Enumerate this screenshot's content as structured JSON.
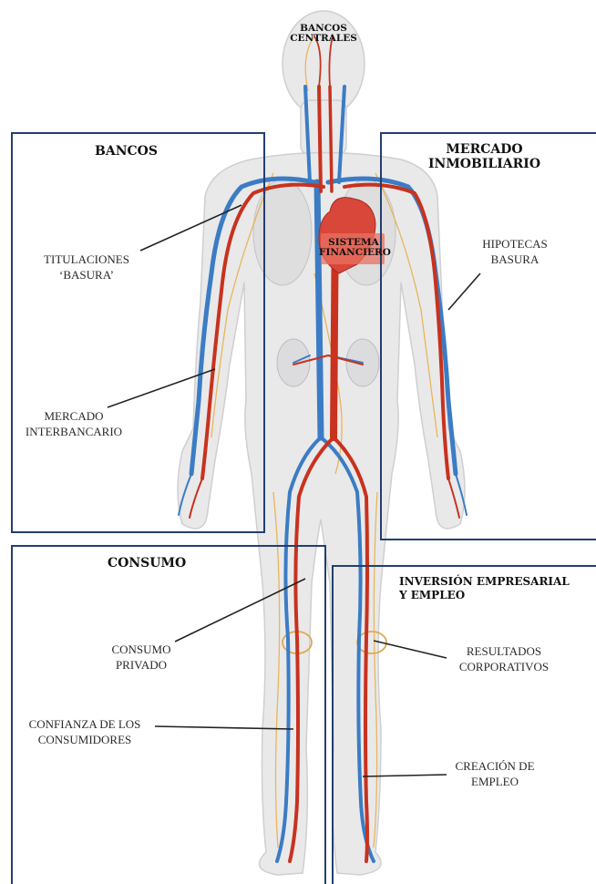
{
  "labels": {
    "central_banks_l1": "BANCOS",
    "central_banks_l2": "CENTRALES",
    "banks_title": "BANCOS",
    "real_estate_l1": "MERCADO",
    "real_estate_l2": "INMOBILIARIO",
    "financial_system_l1": "SISTEMA",
    "financial_system_l2": "FINANCIERO",
    "toxic_securities_l1": "TITULACIONES",
    "toxic_securities_l2": "‘BASURA’",
    "subprime_l1": "HIPOTECAS",
    "subprime_l2": "BASURA",
    "interbank_l1": "MERCADO",
    "interbank_l2": "INTERBANCARIO",
    "consumption_title": "CONSUMO",
    "investment_l1": "INVERSIÓN EMPRESARIAL",
    "investment_l2": "Y EMPLEO",
    "private_consumption_l1": "CONSUMO",
    "private_consumption_l2": "PRIVADO",
    "corporate_results_l1": "RESULTADOS",
    "corporate_results_l2": "CORPORATIVOS",
    "consumer_confidence_l1": "CONFIANZA DE LOS",
    "consumer_confidence_l2": "CONSUMIDORES",
    "job_creation_l1": "CREACIÓN DE",
    "job_creation_l2": "EMPLEO"
  },
  "colors": {
    "artery": "#c8321e",
    "vein": "#3b7cc4",
    "nerve": "#e8b04a",
    "body": "#e9e9ea",
    "frame": "#243f6e",
    "heart": "#d9473a"
  }
}
